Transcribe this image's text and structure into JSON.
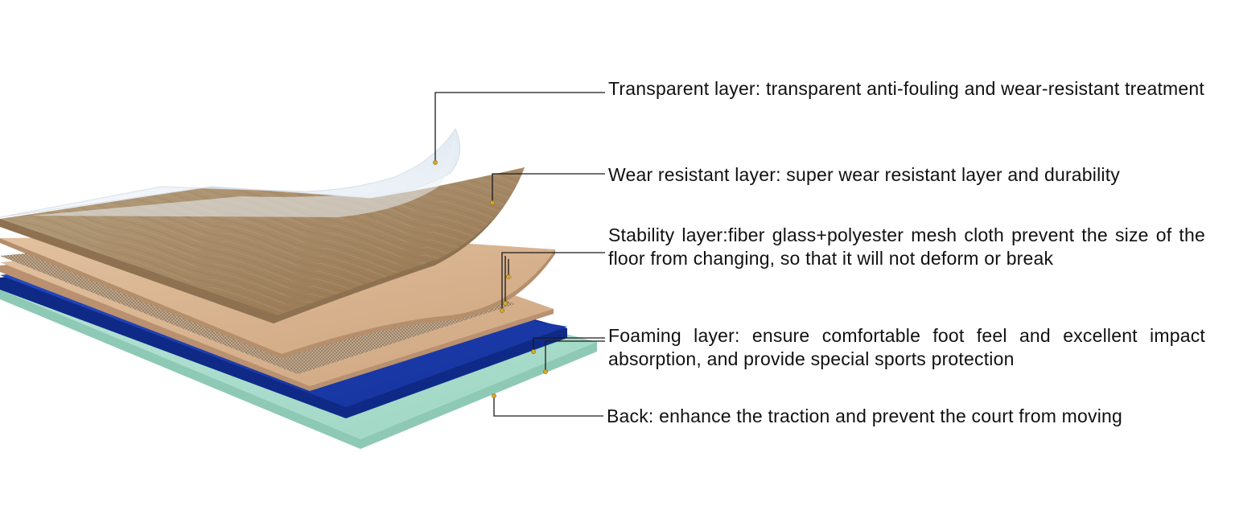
{
  "layers": [
    {
      "id": "transparent",
      "text": "Transparent layer: transparent anti-fouling and wear-resistant treatment",
      "color": "#e6eef5"
    },
    {
      "id": "wear",
      "text": "Wear resistant layer: super wear resistant layer and durability",
      "color": "#a88c69"
    },
    {
      "id": "stability",
      "text": "Stability layer:fiber glass+polyester mesh cloth prevent the size of the floor from changing, so that it will not deform or break",
      "color": "#d8b28c"
    },
    {
      "id": "foam",
      "text": "Foaming layer: ensure comfortable foot feel and excellent impact absorption, and provide special sports protection",
      "color": "#1d3fb0"
    },
    {
      "id": "back",
      "text": "Back: enhance the traction and prevent the court from moving",
      "color": "#a8dccb"
    }
  ],
  "colors": {
    "leader": "#1a1a1a",
    "dot": "#d8a92a",
    "mesh": "#8b7a66",
    "wood_light": "#b9a27f",
    "wood_dark": "#8d7150"
  }
}
